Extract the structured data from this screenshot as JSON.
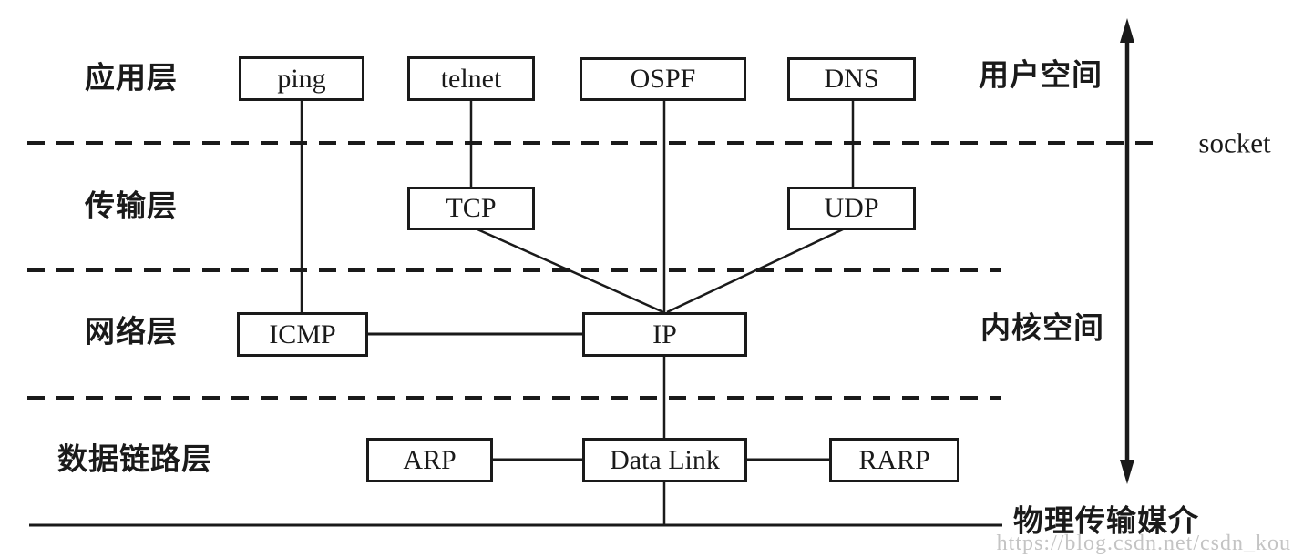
{
  "diagram": {
    "layer_labels": {
      "application": "应用层",
      "transport": "传输层",
      "network": "网络层",
      "data_link": "数据链路层"
    },
    "region_labels": {
      "user_space": "用户空间",
      "kernel_space": "内核空间",
      "socket": "socket",
      "physical_medium": "物理传输媒介"
    },
    "nodes": {
      "ping": "ping",
      "telnet": "telnet",
      "ospf": "OSPF",
      "dns": "DNS",
      "tcp": "TCP",
      "udp": "UDP",
      "icmp": "ICMP",
      "ip": "IP",
      "arp": "ARP",
      "data_link": "Data Link",
      "rarp": "RARP"
    },
    "edges": [
      {
        "from": "ping",
        "to": "ICMP"
      },
      {
        "from": "telnet",
        "to": "TCP"
      },
      {
        "from": "OSPF",
        "to": "IP"
      },
      {
        "from": "DNS",
        "to": "UDP"
      },
      {
        "from": "TCP",
        "to": "IP"
      },
      {
        "from": "UDP",
        "to": "IP"
      },
      {
        "from": "ICMP",
        "to": "IP"
      },
      {
        "from": "IP",
        "to": "Data Link"
      },
      {
        "from": "ARP",
        "to": "Data Link"
      },
      {
        "from": "Data Link",
        "to": "RARP"
      },
      {
        "from": "Data Link",
        "to": "物理传输媒介"
      }
    ],
    "colors": {
      "line": "#1a1a1a",
      "watermark": "#c4c4c4"
    },
    "watermark": "https://blog.csdn.net/csdn_kou"
  }
}
